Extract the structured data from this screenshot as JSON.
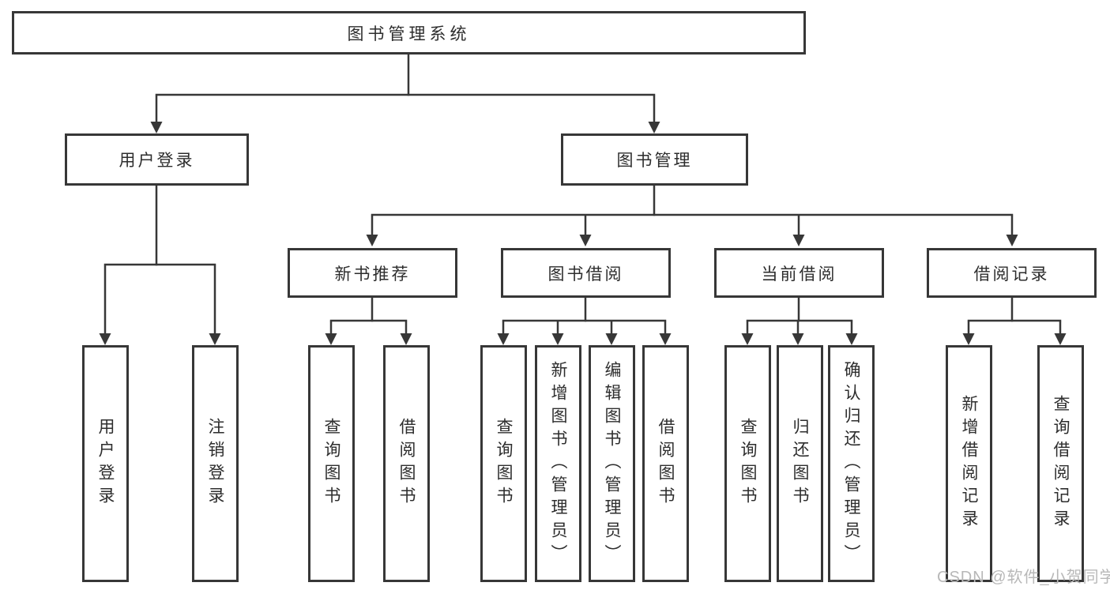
{
  "diagram": {
    "title": "图书管理系统",
    "root": {
      "label": "图书管理系统"
    },
    "branches": [
      {
        "label": "用户登录",
        "children": [
          "用户登录",
          "注销登录"
        ]
      },
      {
        "label": "图书管理",
        "modules": [
          {
            "label": "新书推荐",
            "children": [
              "查询图书",
              "借阅图书"
            ]
          },
          {
            "label": "图书借阅",
            "children": [
              "查询图书",
              "新增图书（管理员）",
              "编辑图书（管理员）",
              "借阅图书"
            ]
          },
          {
            "label": "当前借阅",
            "children": [
              "查询图书",
              "归还图书",
              "确认归还（管理员）"
            ]
          },
          {
            "label": "借阅记录",
            "children": [
              "新增借阅记录",
              "查询借阅记录"
            ]
          }
        ]
      }
    ]
  },
  "watermark": {
    "text": "CSDN @软件_小贺同学"
  },
  "colors": {
    "line": "#373737",
    "box_border": "#373737",
    "text": "#2d2d2d",
    "watermark": "#b8b8b8",
    "background": "#ffffff"
  }
}
